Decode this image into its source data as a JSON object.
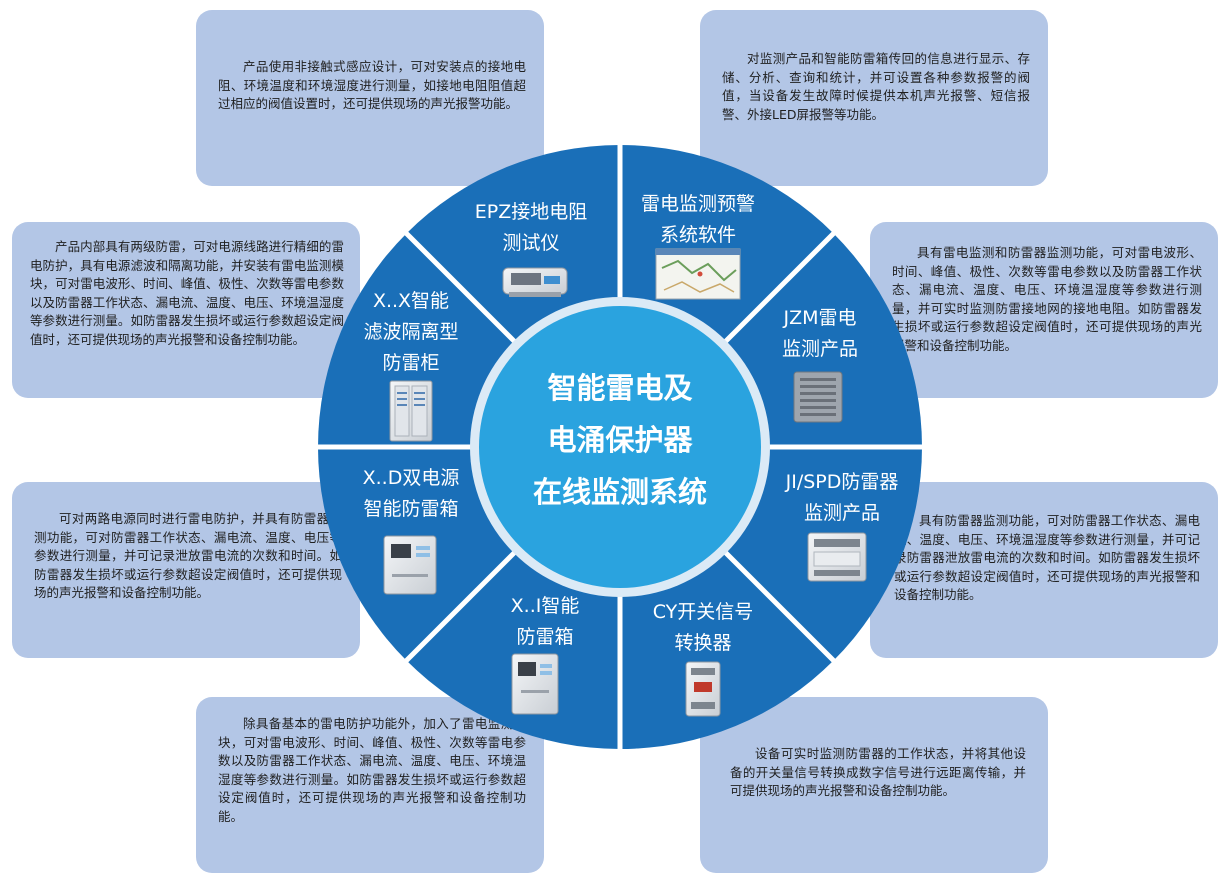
{
  "center": {
    "title_lines": [
      "智能雷电及",
      "电涌保护器",
      "在线监测系统"
    ]
  },
  "segments": [
    {
      "label_lines": [
        "EPZ接地电阻",
        "测试仪"
      ],
      "device_icon": "ground-resistance-tester-icon"
    },
    {
      "label_lines": [
        "雷电监测预警",
        "系统软件"
      ],
      "device_icon": "monitoring-software-screenshot-icon"
    },
    {
      "label_lines": [
        "JZM雷电",
        "监测产品"
      ],
      "device_icon": "lightning-monitor-device-icon"
    },
    {
      "label_lines": [
        "JI/SPD防雷器",
        "监测产品"
      ],
      "device_icon": "spd-monitor-module-icon"
    },
    {
      "label_lines": [
        "CY开关信号",
        "转换器"
      ],
      "device_icon": "signal-converter-icon"
    },
    {
      "label_lines": [
        "X..I智能",
        "防雷箱"
      ],
      "device_icon": "smart-lightning-box-icon"
    },
    {
      "label_lines": [
        "X..D双电源",
        "智能防雷箱"
      ],
      "device_icon": "dual-power-lightning-box-icon"
    },
    {
      "label_lines": [
        "X..X智能",
        "滤波隔离型",
        "防雷柜"
      ],
      "device_icon": "filter-isolation-cabinet-icon"
    }
  ],
  "descriptions": {
    "epz": "产品使用非接触式感应设计，可对安装点的接地电阻、环境温度和环境湿度进行测量，如接地电阻阻值超过相应的阀值设置时，还可提供现场的声光报警功能。",
    "software": "对监测产品和智能防雷箱传回的信息进行显示、存储、分析、查询和统计，并可设置各种参数报警的阀值，当设备发生故障时候提供本机声光报警、短信报警、外接LED屏报警等功能。",
    "jzm": "具有雷电监测和防雷器监测功能，可对雷电波形、时间、峰值、极性、次数等雷电参数以及防雷器工作状态、漏电流、温度、电压、环境温湿度等参数进行测量，并可实时监测防雷接地网的接地电阻。如防雷器发生损坏或运行参数超设定阀值时，还可提供现场的声光报警和设备控制功能。",
    "jispd": "具有防雷器监测功能，可对防雷器工作状态、漏电流、温度、电压、环境温湿度等参数进行测量，并可记录防雷器泄放雷电流的次数和时间。如防雷器发生损坏或运行参数超设定阀值时，还可提供现场的声光报警和设备控制功能。",
    "cy": "设备可实时监测防雷器的工作状态，并将其他设备的开关量信号转换成数字信号进行远距离传输，并可提供现场的声光报警和设备控制功能。",
    "xi": "除具备基本的雷电防护功能外，加入了雷电监测模块，可对雷电波形、时间、峰值、极性、次数等雷电参数以及防雷器工作状态、漏电流、温度、电压、环境温湿度等参数进行测量。如防雷器发生损坏或运行参数超设定阀值时，还可提供现场的声光报警和设备控制功能。",
    "xd": "可对两路电源同时进行雷电防护，并具有防雷器监测功能，可对防雷器工作状态、漏电流、温度、电压等参数进行测量，并可记录泄放雷电流的次数和时间。如防雷器发生损坏或运行参数超设定阀值时，还可提供现场的声光报警和设备控制功能。",
    "xx": "产品内部具有两级防雷，可对电源线路进行精细的雷电防护，具有电源滤波和隔离功能，并安装有雷电监测模块，可对雷电波形、时间、峰值、极性、次数等雷电参数以及防雷器工作状态、漏电流、温度、电压、环境温湿度等参数进行测量。如防雷器发生损坏或运行参数超设定阀值时，还可提供现场的声光报警和设备控制功能。"
  },
  "colors": {
    "card": "#b3c6e6",
    "segment": "#1a6fb8",
    "divider": "#ffffff",
    "hub": "#2aa3df",
    "hub_ring": "#dbeaf6"
  }
}
